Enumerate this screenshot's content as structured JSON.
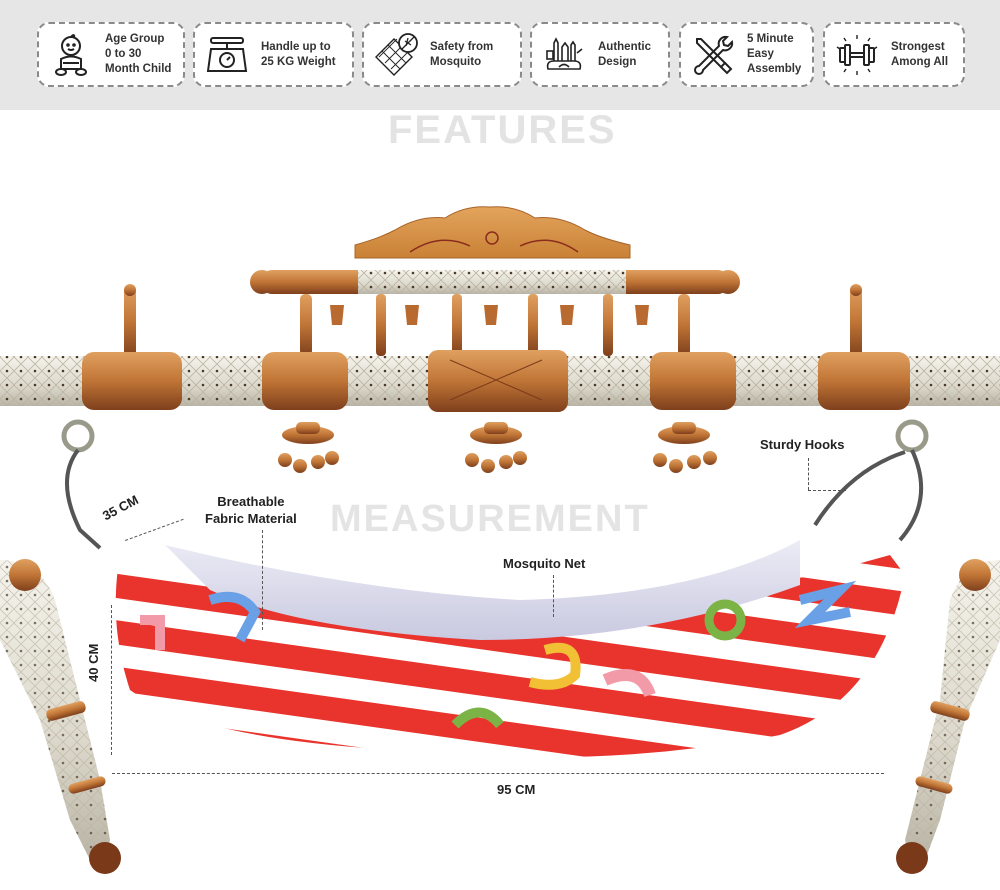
{
  "banner": {
    "background": "#e6e6e6",
    "features": [
      {
        "icon": "baby-icon",
        "label": "Age Group\n0 to 30\nMonth Child"
      },
      {
        "icon": "weighing-scale-icon",
        "label": "Handle up to\n25 KG Weight"
      },
      {
        "icon": "mosquito-net-icon",
        "label": "Safety from\nMosquito"
      },
      {
        "icon": "handcraft-design-icon",
        "label": "Authentic\nDesign"
      },
      {
        "icon": "tools-icon",
        "label": "5 Minute\nEasy\nAssembly"
      },
      {
        "icon": "dumbbell-icon",
        "label": "Strongest\nAmong All"
      }
    ]
  },
  "sections": {
    "features_title": "FEATURES",
    "measurement_title": "MEASUREMENT"
  },
  "callouts": {
    "sturdy_hooks": "Sturdy Hooks",
    "breathable_fabric": "Breathable\nFabric Material",
    "mosquito_net": "Mosquito Net"
  },
  "dimensions": {
    "width": "35 CM",
    "height": "40 CM",
    "length": "95 CM"
  },
  "colors": {
    "wood": "#c9803c",
    "wood_dark": "#8b4a22",
    "ivory": "#e9e6dc",
    "fabric_red": "#e8342c",
    "net": "#dcdcec"
  }
}
